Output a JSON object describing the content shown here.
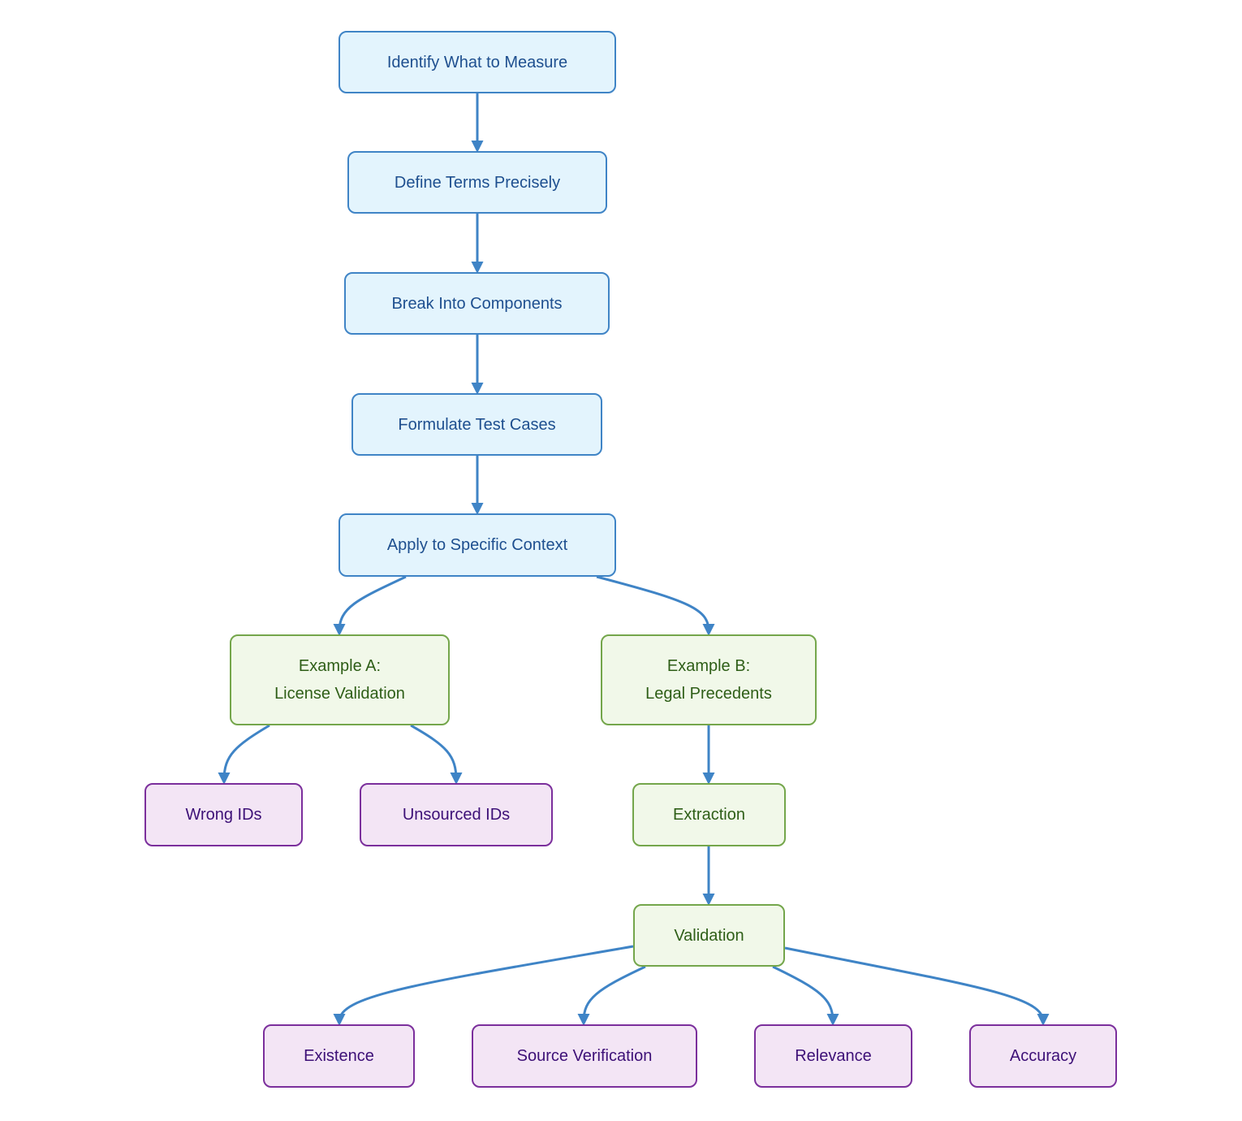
{
  "nodes": {
    "identify": "Identify What to Measure",
    "define": "Define Terms Precisely",
    "break": "Break Into Components",
    "formulate": "Formulate Test Cases",
    "apply": "Apply to Specific Context",
    "example_a": [
      "Example A:",
      "License Validation"
    ],
    "example_b": [
      "Example B:",
      "Legal Precedents"
    ],
    "wrong_ids": "Wrong IDs",
    "unsourced_ids": "Unsourced IDs",
    "extraction": "Extraction",
    "validation": "Validation",
    "existence": "Existence",
    "source_verification": "Source Verification",
    "relevance": "Relevance",
    "accuracy": "Accuracy"
  },
  "edges": [
    {
      "from": "identify",
      "to": "define"
    },
    {
      "from": "define",
      "to": "break"
    },
    {
      "from": "break",
      "to": "formulate"
    },
    {
      "from": "formulate",
      "to": "apply"
    },
    {
      "from": "apply",
      "to": "example_a"
    },
    {
      "from": "apply",
      "to": "example_b"
    },
    {
      "from": "example_a",
      "to": "wrong_ids"
    },
    {
      "from": "example_a",
      "to": "unsourced_ids"
    },
    {
      "from": "example_b",
      "to": "extraction"
    },
    {
      "from": "extraction",
      "to": "validation"
    },
    {
      "from": "validation",
      "to": "existence"
    },
    {
      "from": "validation",
      "to": "source_verification"
    },
    {
      "from": "validation",
      "to": "relevance"
    },
    {
      "from": "validation",
      "to": "accuracy"
    }
  ],
  "colors": {
    "edge": "#3f84c6",
    "step_fill": "#e3f4fd",
    "example_fill": "#f1f8e9",
    "leaf_fill": "#f3e5f5"
  }
}
